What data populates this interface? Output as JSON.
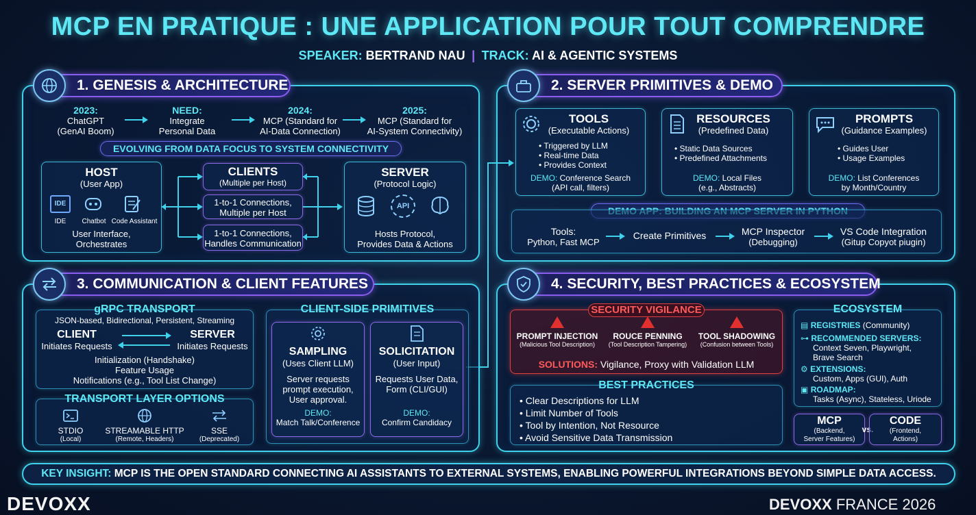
{
  "title": "MCP EN PRATIQUE : UNE APPLICATION POUR TOUT COMPRENDRE",
  "speaker_label": "SPEAKER:",
  "speaker": "BERTRAND NAU",
  "track_label": "TRACK:",
  "track": "AI & AGENTIC SYSTEMS",
  "s1": {
    "title": "1. GENESIS & ARCHITECTURE",
    "timeline": [
      {
        "k": "2023:",
        "v1": "ChatGPT",
        "v2": "(GenAI Boom)"
      },
      {
        "k": "NEED:",
        "v1": "Integrate",
        "v2": "Personal Data"
      },
      {
        "k": "2024:",
        "v1": "MCP (Standard for",
        "v2": "AI-Data Connection)"
      },
      {
        "k": "2025:",
        "v1": "MCP (Standard for",
        "v2": "AI-System Connectivity)"
      }
    ],
    "evolving": "EVOLVING FROM DATA FOCUS TO SYSTEM CONNECTIVITY",
    "host": {
      "title": "HOST",
      "sub": "(User App)",
      "i1": "IDE",
      "i2": "Chatbot",
      "i3": "Code Assistant",
      "d1": "User Interface,",
      "d2": "Orchestrates",
      "ide_glyph": "IDE"
    },
    "clients": {
      "title": "CLIENTS",
      "sub": "(Multiple per Host)",
      "c2a": "1-to-1 Connections,",
      "c2b": "Multiple per Host",
      "c3a": "1-to-1 Connections,",
      "c3b": "Handles Communication"
    },
    "server": {
      "title": "SERVER",
      "sub": "(Protocol Logic)",
      "d1": "Hosts Protocol,",
      "d2": "Provides Data & Actions",
      "api": "API"
    }
  },
  "s2": {
    "title": "2. SERVER PRIMITIVES & DEMO",
    "tools": {
      "title": "TOOLS",
      "sub": "(Executable Actions)",
      "items": [
        "Triggered by LLM",
        "Real-time Data",
        "Provides Context"
      ],
      "demo": "DEMO:",
      "demo1": " Conference Search",
      "demo2": "(API call, filters)"
    },
    "resources": {
      "title": "RESOURCES",
      "sub": "(Predefined Data)",
      "items": [
        "Static Data Sources",
        "Predefined Attachments"
      ],
      "demo": "DEMO:",
      "demo1": " Local Files",
      "demo2": "(e.g., Abstracts)"
    },
    "prompts": {
      "title": "PROMPTS",
      "sub": "(Guidance Examples)",
      "items": [
        "Guides User",
        "Usage Examples"
      ],
      "demo": "DEMO:",
      "demo1": " List Conferences",
      "demo2": "by Month/Country"
    },
    "demo_app": "DEMO APP: BUILDING AN MCP SERVER IN PYTHON",
    "flow": [
      {
        "a": "Tools:",
        "b": "Python, Fast MCP"
      },
      {
        "a": "Create Primitives",
        "b": ""
      },
      {
        "a": "MCP Inspector",
        "b": "(Debugging)"
      },
      {
        "a": "VS Code Integration",
        "b": "(Gitup Copyot piugin)"
      }
    ]
  },
  "s3": {
    "title": "3. COMMUNICATION & CLIENT FEATURES",
    "grpc": "gRPC TRANSPORT",
    "grpc_sub": "JSON-based, Bidirectional, Persistent, Streaming",
    "client": "CLIENT",
    "client_sub": "Initiates Requests",
    "server": "SERVER",
    "server_sub": "Initiates Requests",
    "lines": [
      "Initialization (Handshake)",
      "Feature Usage",
      "Notifications (e.g., Tool List Change)"
    ],
    "transport": "TRANSPORT LAYER OPTIONS",
    "opts": [
      {
        "a": "STDIO",
        "b": "(Local)"
      },
      {
        "a": "STREAMABLE HTTP",
        "b": "(Remote, Headers)"
      },
      {
        "a": "SSE",
        "b": "(Deprecated)"
      }
    ],
    "csp": "CLIENT-SIDE PRIMITIVES",
    "sampling": {
      "title": "SAMPLING",
      "sub": "(Uses Client LLM)",
      "d1": "Server requests",
      "d2": "prompt execution,",
      "d3": "User approval.",
      "demo": "DEMO:",
      "demo1": "Match Talk/Conference"
    },
    "solicitation": {
      "title": "SOLICITATION",
      "sub": "(User Input)",
      "d1": "Requests User Data,",
      "d2": "Form (CLI/GUI)",
      "demo": "DEMO:",
      "demo1": "Confirm Candidacy"
    }
  },
  "s4": {
    "title": "4. SECURITY, BEST PRACTICES & ECOSYSTEM",
    "vig": "SECURITY VIGILANCE",
    "threats": [
      {
        "a": "PROMPT INJECTION",
        "b": "(Malicious Tool Description)"
      },
      {
        "a": "ROUCE PENNING",
        "b": "(Tool Description Tampering)"
      },
      {
        "a": "TOOL SHADOWING",
        "b": "(Confusion between Tools)"
      }
    ],
    "sol_label": "SOLUTIONS:",
    "sol": " Vigilance, Proxy with Validation LLM",
    "bp": "BEST PRACTICES",
    "bp_items": [
      "Clear Descriptions for LLM",
      "Limit Number of Tools",
      "Tool by Intention, Not Resource",
      "Avoid Sensitive Data Transmission"
    ],
    "eco": "ECOSYSTEM",
    "eco_items": [
      {
        "k": "REGISTRIES",
        "v": " (Community)",
        "d": ""
      },
      {
        "k": "RECOMMENDED SERVERS:",
        "v": "",
        "d": "Context Seven, Playwright,",
        "d2": "Brave Search"
      },
      {
        "k": "EXTENSIONS:",
        "v": "",
        "d": "Custom, Apps (GUI), Auth",
        "d2": ""
      },
      {
        "k": "ROADMAP:",
        "v": "",
        "d": "Tasks (Async), Stateless, Uriode",
        "d2": ""
      }
    ],
    "mcp": {
      "a": "MCP",
      "b": "(Backend,",
      "c": "Server Features)"
    },
    "vs": "vs.",
    "code": {
      "a": "CODE",
      "b": "(Frontend,",
      "c": "Actions)"
    }
  },
  "insight_label": "KEY INSIGHT:",
  "insight": " MCP IS THE OPEN STANDARD CONNECTING AI ASSISTANTS TO EXTERNAL SYSTEMS, ENABLING POWERFUL INTEGRATIONS BEYOND SIMPLE DATA ACCESS.",
  "logo_left": "DEVOXX",
  "logo_right": "DEVOXX",
  "logo_right2": "FRANCE 2026",
  "colors": {
    "accent": "#4fe3f0",
    "purple": "#8a5cf0",
    "danger": "#e03030"
  }
}
